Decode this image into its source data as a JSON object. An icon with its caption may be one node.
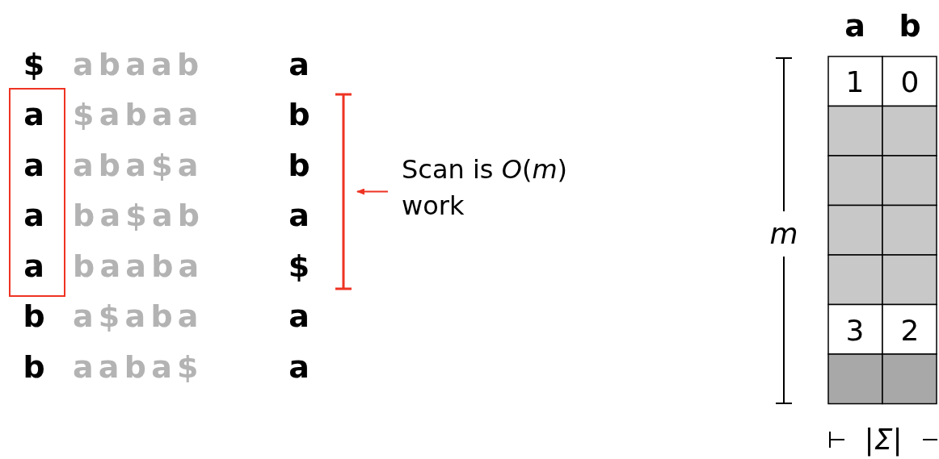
{
  "diagram": {
    "nodes": [
      {
        "text": [],
        "shape": "box"
      },
      {
        "text": [],
        "shape": "bar"
      },
      {
        "text": [
          "Scan is *O*(*m*) work"
        ]
      }
    ],
    "edges": [
      {
        "from": 2,
        "to": 1,
        "arrow": "to",
        "color": "#ee3322"
      }
    ],
    "labels": [
      "a",
      "b",
      "$",
      "a b a a b",
      "a",
      "a",
      "$ a b a a",
      "b",
      "a",
      "a b a $ a",
      "b",
      "a",
      "b a $ a b",
      "a",
      "a",
      "b a a b a",
      "$",
      "b",
      "a $ a b a",
      "a",
      "b",
      "a a b a $",
      "a",
      "1",
      "0",
      "3",
      "2",
      "*m*",
      "|*Σ*|"
    ]
  }
}
